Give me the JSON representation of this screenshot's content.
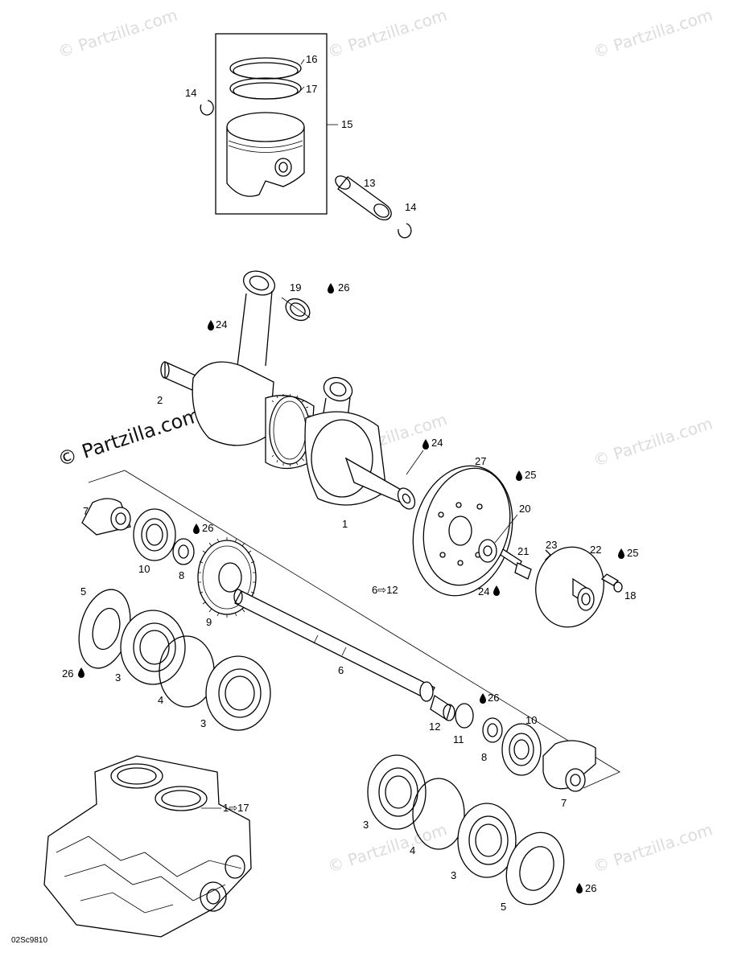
{
  "watermark": {
    "text": "© Partzilla.com",
    "feature_text": "© Partzilla.com"
  },
  "diagram_code": "02Sc9810",
  "callouts": {
    "c16": "16",
    "c17": "17",
    "c15": "15",
    "c14a": "14",
    "c14b": "14",
    "c13": "13",
    "c19": "19",
    "c26a": "26",
    "c24a": "24",
    "c2": "2",
    "c24b": "24",
    "c27": "27",
    "c25a": "25",
    "c20": "20",
    "c1": "1",
    "c7a": "7",
    "c26b": "26",
    "c10a": "10",
    "c8a": "8",
    "c9": "9",
    "c6ref": "6⇨12",
    "c23": "23",
    "c22": "22",
    "c25b": "25",
    "c21": "21",
    "c24c": "24",
    "c18": "18",
    "c5a": "5",
    "c26c": "26",
    "c3a": "3",
    "c4a": "4",
    "c3b": "3",
    "c6": "6",
    "c26d": "26",
    "c10b": "10",
    "c12": "12",
    "c11": "11",
    "c8b": "8",
    "c7b": "7",
    "c1ref": "1⇨17",
    "c3c": "3",
    "c4b": "4",
    "c3d": "3",
    "c26e": "26",
    "c5b": "5"
  },
  "icons": {
    "lubricant": "oil-drop-icon"
  }
}
